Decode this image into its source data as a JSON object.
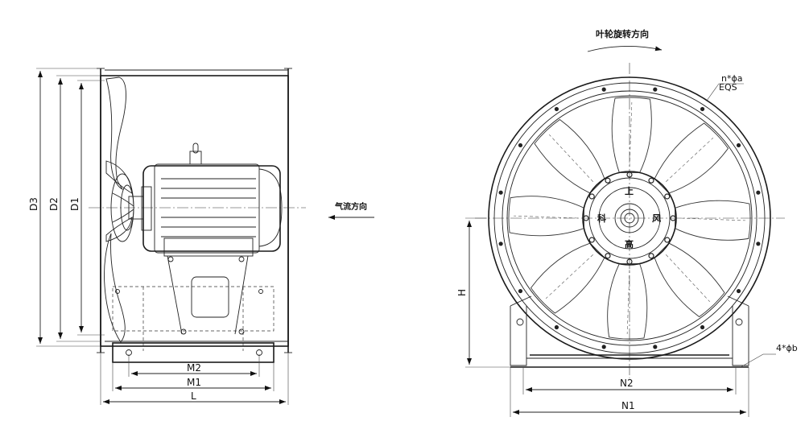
{
  "side_view": {
    "dimensions": {
      "d3": "D3",
      "d2": "D2",
      "d1": "D1",
      "m2": "M2",
      "m1": "M1",
      "l": "L"
    },
    "airflow_label": "气流方向"
  },
  "front_view": {
    "rotation_label": "叶轮旋转方向",
    "flange_hole_label": "n*ϕa",
    "flange_hole_sub": "EQS",
    "base_hole_label": "4*ϕb",
    "dimensions": {
      "h": "H",
      "n2": "N2",
      "n1": "N1"
    },
    "hub_characters": {
      "top": "上",
      "left": "科",
      "right": "风",
      "bottom": "高"
    }
  }
}
